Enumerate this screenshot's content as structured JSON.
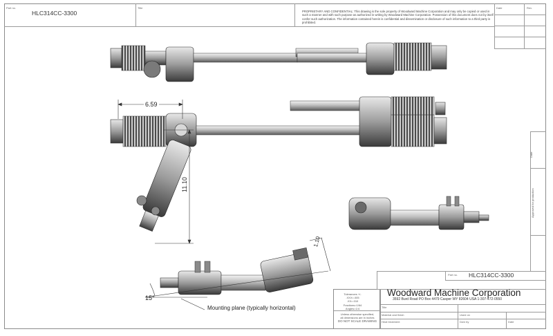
{
  "top_block": {
    "part_no_label": "Part no.",
    "part_no": "HLC314CC-3300",
    "title_label": "Title",
    "proprietary": "PROPRIETARY AND CONFIDENTIAL: This drawing is the sole property of Woodward Machine Corporation and may only be copied or used in such a manner and with such purpose as authorized in writing by Woodward Machine Corporation. Possession of this document does not by itself confer such authorization. The information contained herein is confidential and dissemination or disclosure of such information to a third party is prohibited.",
    "date_label": "Date",
    "rev_label": "Rev."
  },
  "side_strip": {
    "date_label": "Date",
    "approved_label": "Approved for production"
  },
  "dimensions": {
    "width": "6.59",
    "height": "11.10",
    "offset": "1.10",
    "angle": "15°"
  },
  "annotation": {
    "mounting_plane": "Mounting plane (typically horizontal)"
  },
  "tolerances": {
    "heading": "Tolerances +/-",
    "xxx": ".XXX=.005",
    "xx": ".XX=.010",
    "fractions": "Fractions=1/64",
    "angles": "Angles=1/4",
    "note1": "Unless otherwise specified,",
    "note2": "all dimensions are in inches",
    "note3": "DO NOT SCALE DRAWING"
  },
  "title_block": {
    "part_no_label": "Part no.",
    "part_no": "HLC314CC-3300",
    "company": "Woodward Machine Corporation",
    "address": "3592 Burd Road  PO Box 4479  Casper WY 82604 USA  1-307-472-0550",
    "title_label": "Title",
    "material_label": "Material and finish",
    "used_on_label": "Used on",
    "heat_label": "Heat treatment",
    "drawn_label": "Dwn by",
    "date_label": "Date"
  }
}
